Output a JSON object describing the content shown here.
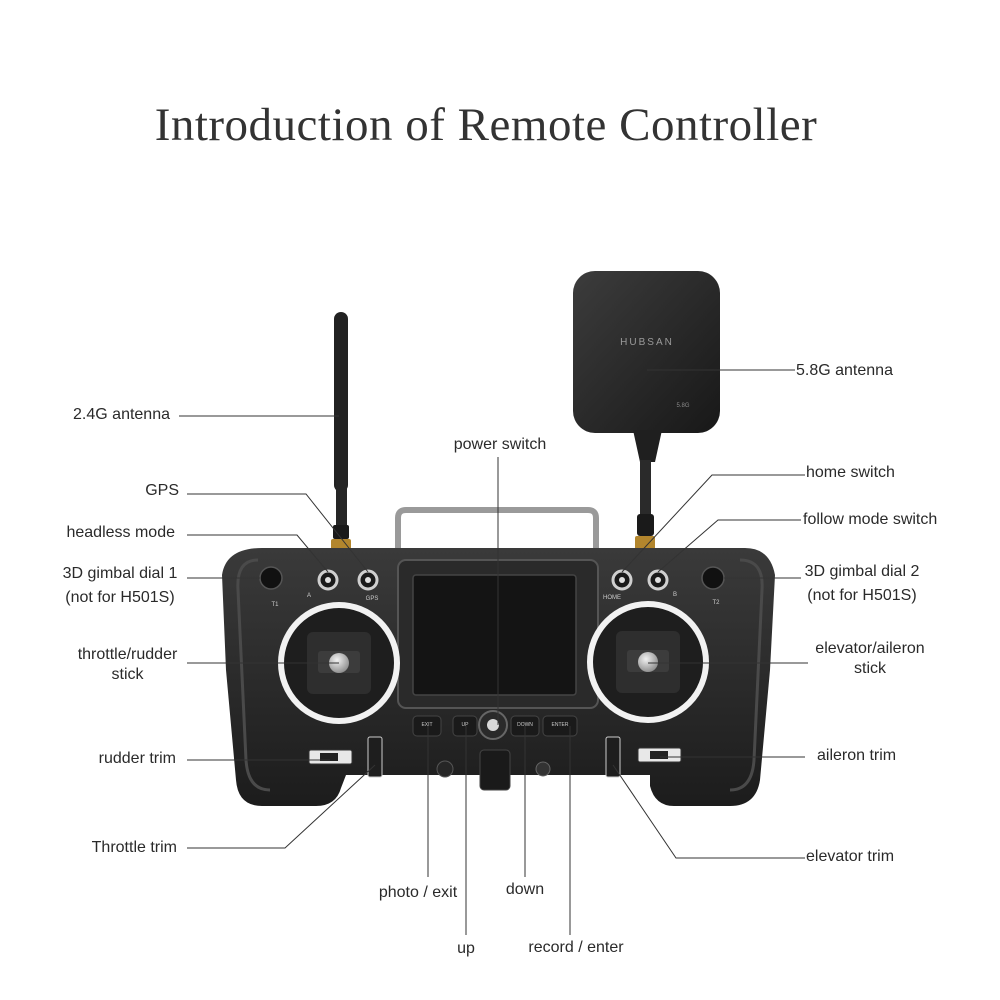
{
  "title": "Introduction of Remote Controller",
  "brand": "HUBSAN",
  "device": {
    "antenna_label": "5.8G",
    "switch_labels": {
      "a": "A",
      "gps": "GPS",
      "home": "HOME",
      "b": "B"
    },
    "dial_labels": {
      "t1": "T1",
      "t2": "T2"
    },
    "buttons": {
      "exit": "EXIT",
      "up": "UP",
      "down": "DOWN",
      "enter": "ENTER"
    }
  },
  "callouts": {
    "antenna_24": "2.4G antenna",
    "antenna_58": "5.8G antenna",
    "power_switch": "power switch",
    "home_switch": "home switch",
    "gps": "GPS",
    "follow_mode": "follow mode switch",
    "headless": "headless mode",
    "gimbal1_line1": "3D gimbal dial 1",
    "gimbal1_line2": "(not for H501S)",
    "gimbal2_line1": "3D gimbal dial 2",
    "gimbal2_line2": "(not for H501S)",
    "throttle_line1": "throttle/rudder",
    "throttle_line2": "stick",
    "elevator_line1": "elevator/aileron",
    "elevator_line2": "stick",
    "rudder_trim": "rudder trim",
    "aileron_trim": "aileron trim",
    "throttle_trim": "Throttle trim",
    "elevator_trim": "elevator trim",
    "photo_exit": "photo / exit",
    "down": "down",
    "up": "up",
    "record_enter": "record / enter"
  }
}
